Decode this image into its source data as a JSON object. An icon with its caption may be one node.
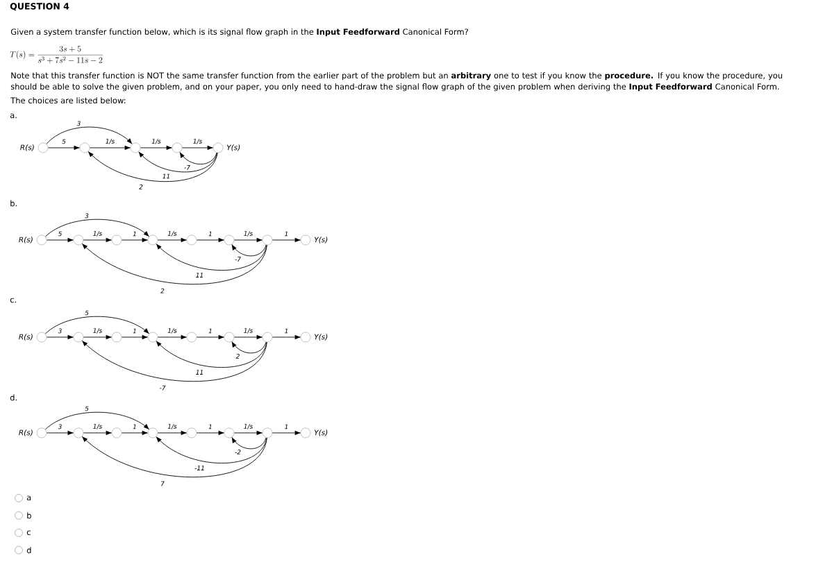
{
  "diagram": {
    "title": "QUESTION 4",
    "nodes": [
      {
        "text": [],
        "shape": "circle",
        "beside": [
          "R(s)"
        ]
      },
      {
        "text": [],
        "shape": "circle"
      },
      {
        "text": [],
        "shape": "circle"
      },
      {
        "text": [],
        "shape": "circle"
      },
      {
        "text": [],
        "shape": "circle",
        "beside": [
          "Y(s)"
        ]
      },
      {
        "text": [],
        "shape": "circle",
        "beside": [
          "R(s)"
        ]
      },
      {
        "text": [],
        "shape": "circle"
      },
      {
        "text": [],
        "shape": "circle"
      },
      {
        "text": [],
        "shape": "circle"
      },
      {
        "text": [],
        "shape": "circle"
      },
      {
        "text": [],
        "shape": "circle"
      },
      {
        "text": [],
        "shape": "circle"
      },
      {
        "text": [],
        "shape": "circle",
        "beside": [
          "Y(s)"
        ]
      },
      {
        "text": [],
        "shape": "circle",
        "beside": [
          "R(s)"
        ]
      },
      {
        "text": [],
        "shape": "circle"
      },
      {
        "text": [],
        "shape": "circle"
      },
      {
        "text": [],
        "shape": "circle"
      },
      {
        "text": [],
        "shape": "circle"
      },
      {
        "text": [],
        "shape": "circle"
      },
      {
        "text": [],
        "shape": "circle"
      },
      {
        "text": [],
        "shape": "circle",
        "beside": [
          "Y(s)"
        ]
      },
      {
        "text": [],
        "shape": "circle",
        "beside": [
          "R(s)"
        ]
      },
      {
        "text": [],
        "shape": "circle"
      },
      {
        "text": [],
        "shape": "circle"
      },
      {
        "text": [],
        "shape": "circle"
      },
      {
        "text": [],
        "shape": "circle"
      },
      {
        "text": [],
        "shape": "circle"
      },
      {
        "text": [],
        "shape": "circle"
      },
      {
        "text": [],
        "shape": "circle",
        "beside": [
          "Y(s)"
        ]
      }
    ],
    "edges": [
      {
        "from": 0,
        "to": 1,
        "arrow": "to",
        "label": "5"
      },
      {
        "from": 0,
        "to": 2,
        "arrow": "to",
        "label": "3"
      },
      {
        "from": 1,
        "to": 2,
        "arrow": "to",
        "label": "1/s"
      },
      {
        "from": 2,
        "to": 3,
        "arrow": "to",
        "label": "1/s"
      },
      {
        "from": 3,
        "to": 4,
        "arrow": "to",
        "label": "1/s"
      },
      {
        "from": 4,
        "to": 3,
        "arrow": "to",
        "label": "-7"
      },
      {
        "from": 4,
        "to": 2,
        "arrow": "to",
        "label": "11"
      },
      {
        "from": 4,
        "to": 1,
        "arrow": "to",
        "label": "2"
      },
      {
        "from": 5,
        "to": 6,
        "arrow": "to",
        "label": "5"
      },
      {
        "from": 5,
        "to": 8,
        "arrow": "to",
        "label": "3"
      },
      {
        "from": 6,
        "to": 7,
        "arrow": "to",
        "label": "1/s"
      },
      {
        "from": 7,
        "to": 8,
        "arrow": "to",
        "label": "1"
      },
      {
        "from": 8,
        "to": 9,
        "arrow": "to",
        "label": "1/s"
      },
      {
        "from": 9,
        "to": 10,
        "arrow": "to",
        "label": "1"
      },
      {
        "from": 10,
        "to": 11,
        "arrow": "to",
        "label": "1/s"
      },
      {
        "from": 11,
        "to": 12,
        "arrow": "to",
        "label": "1"
      },
      {
        "from": 11,
        "to": 10,
        "arrow": "to",
        "label": "-7"
      },
      {
        "from": 11,
        "to": 8,
        "arrow": "to",
        "label": "11"
      },
      {
        "from": 11,
        "to": 6,
        "arrow": "to",
        "label": "2"
      },
      {
        "from": 13,
        "to": 14,
        "arrow": "to",
        "label": "3"
      },
      {
        "from": 13,
        "to": 16,
        "arrow": "to",
        "label": "5"
      },
      {
        "from": 14,
        "to": 15,
        "arrow": "to",
        "label": "1/s"
      },
      {
        "from": 15,
        "to": 16,
        "arrow": "to",
        "label": "1"
      },
      {
        "from": 16,
        "to": 17,
        "arrow": "to",
        "label": "1/s"
      },
      {
        "from": 17,
        "to": 18,
        "arrow": "to",
        "label": "1"
      },
      {
        "from": 18,
        "to": 19,
        "arrow": "to",
        "label": "1/s"
      },
      {
        "from": 19,
        "to": 20,
        "arrow": "to",
        "label": "1"
      },
      {
        "from": 19,
        "to": 18,
        "arrow": "to",
        "label": "2"
      },
      {
        "from": 19,
        "to": 16,
        "arrow": "to",
        "label": "11"
      },
      {
        "from": 19,
        "to": 14,
        "arrow": "to",
        "label": "-7"
      },
      {
        "from": 21,
        "to": 22,
        "arrow": "to",
        "label": "3"
      },
      {
        "from": 21,
        "to": 24,
        "arrow": "to",
        "label": "5"
      },
      {
        "from": 22,
        "to": 23,
        "arrow": "to",
        "label": "1/s"
      },
      {
        "from": 23,
        "to": 24,
        "arrow": "to",
        "label": "1"
      },
      {
        "from": 24,
        "to": 25,
        "arrow": "to",
        "label": "1/s"
      },
      {
        "from": 25,
        "to": 26,
        "arrow": "to",
        "label": "1"
      },
      {
        "from": 26,
        "to": 27,
        "arrow": "to",
        "label": "1/s"
      },
      {
        "from": 27,
        "to": 28,
        "arrow": "to",
        "label": "1"
      },
      {
        "from": 27,
        "to": 26,
        "arrow": "to",
        "label": "-2"
      },
      {
        "from": 27,
        "to": 24,
        "arrow": "to",
        "label": "-11"
      },
      {
        "from": 27,
        "to": 22,
        "arrow": "to",
        "label": "7"
      }
    ],
    "labels": [
      "Given a system transfer function below, which is its signal flow graph in the **Input Feedforward** Canonical Form?",
      "T(s) = \\frac{3s+5}{s^3+7s^2-11s-2}",
      "Note that this transfer function is NOT the same transfer function from the earlier part of the problem but an **arbitrary** one to test if you know the **procedure.** If you know the procedure, you should be able to solve the given problem, and on your paper, you only need to hand-draw the signal flow graph of the given problem when deriving the **Input Feedforward** Canonical Form.",
      "The choices are listed below:",
      "a.",
      "b.",
      "c.",
      "d.",
      "a",
      "b",
      "c",
      "d"
    ]
  }
}
